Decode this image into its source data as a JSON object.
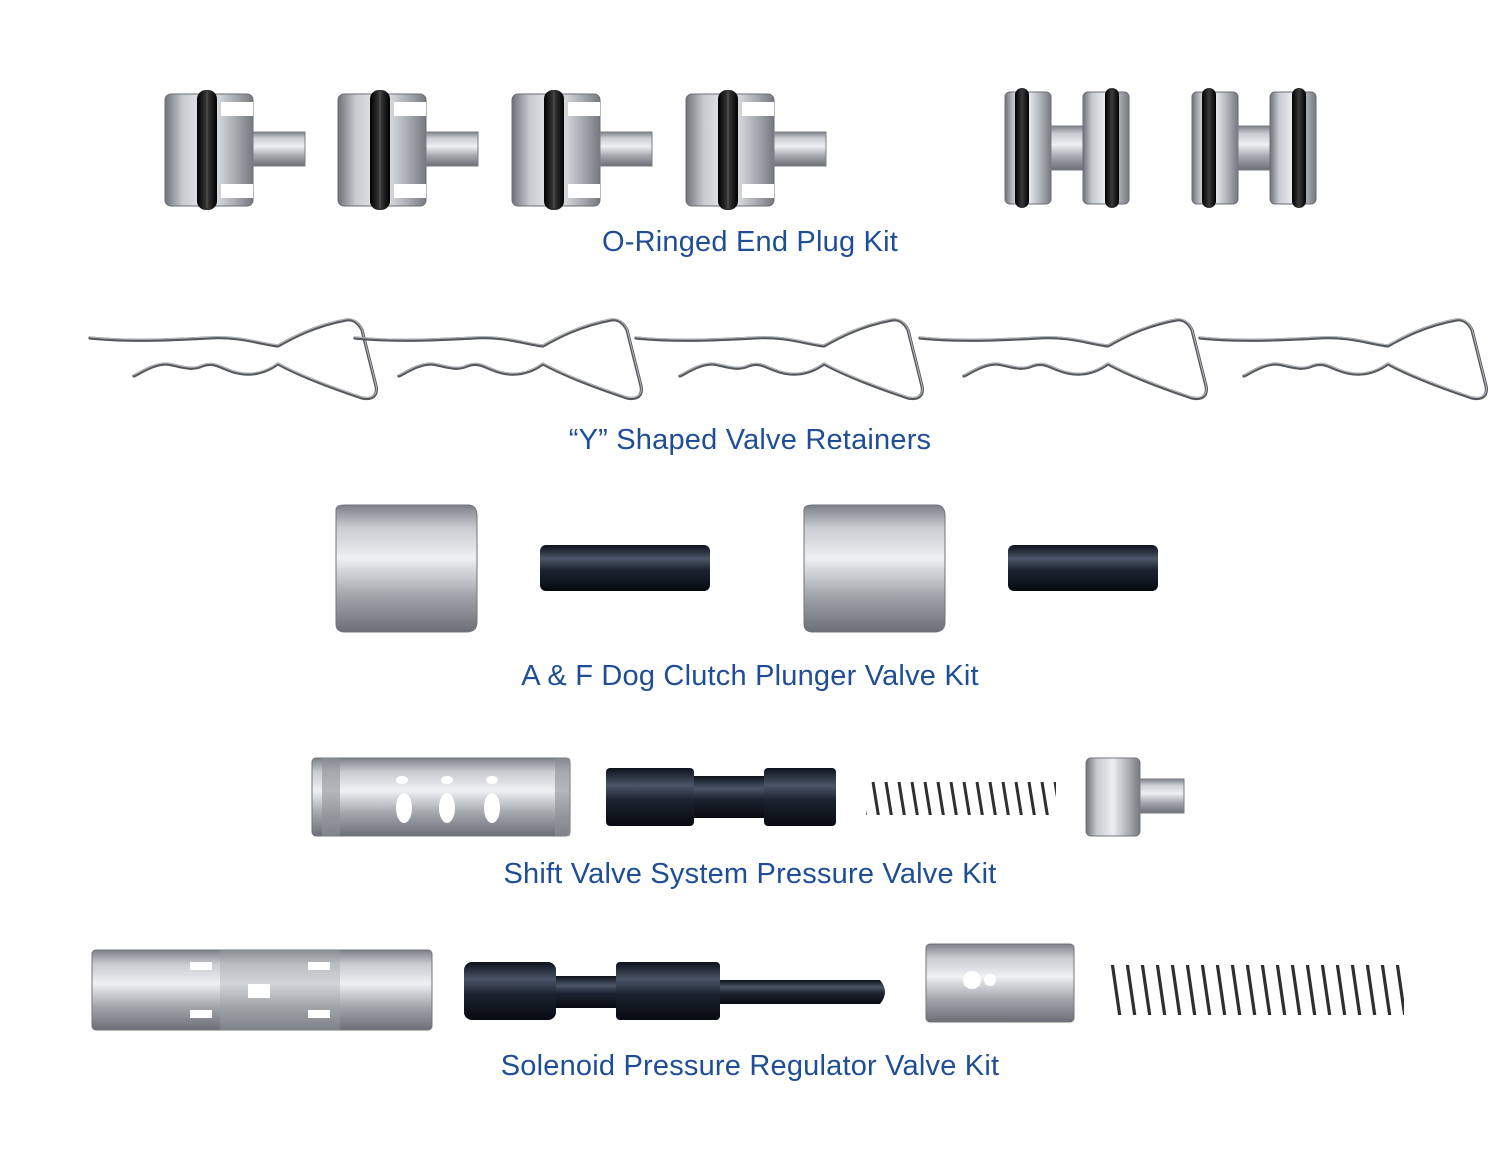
{
  "captions": {
    "end_plug_kit": "O-Ringed End Plug Kit",
    "valve_retainers": "“Y” Shaped Valve Retainers",
    "dog_clutch_kit": "A & F Dog Clutch Plunger Valve Kit",
    "shift_valve_kit": "Shift Valve System Pressure Valve Kit",
    "solenoid_regulator_kit": "Solenoid Pressure Regulator Valve Kit"
  },
  "colors": {
    "caption_text": "#1f4e96",
    "steel": "#a9acb0",
    "oring": "#161616",
    "coated_part": "#1b2230",
    "spring": "#3a3a3a"
  }
}
